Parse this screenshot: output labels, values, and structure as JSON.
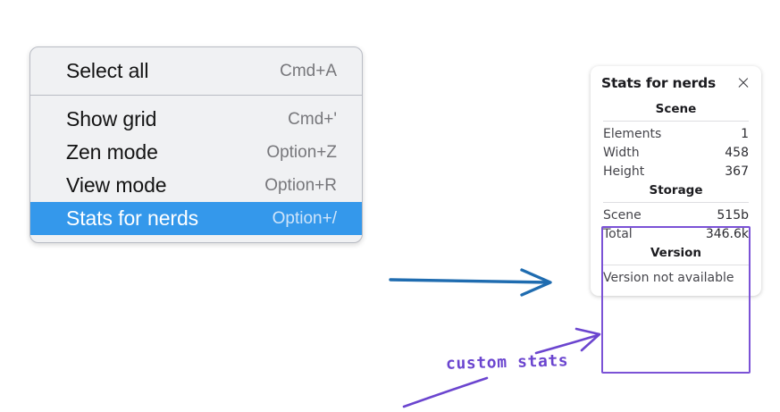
{
  "context_menu": {
    "name": "canvas-context-menu",
    "sections": [
      {
        "items": [
          {
            "label": "Select all",
            "shortcut": "Cmd+A",
            "selected": false
          }
        ]
      },
      {
        "items": [
          {
            "label": "Show grid",
            "shortcut": "Cmd+'",
            "selected": false
          },
          {
            "label": "Zen mode",
            "shortcut": "Option+Z",
            "selected": false
          },
          {
            "label": "View mode",
            "shortcut": "Option+R",
            "selected": false
          },
          {
            "label": "Stats for nerds",
            "shortcut": "Option+/",
            "selected": true
          }
        ]
      }
    ]
  },
  "stats_panel": {
    "title": "Stats for nerds",
    "close_icon": "close-icon",
    "sections": [
      {
        "heading": "Scene",
        "rows": [
          {
            "key": "Elements",
            "value": "1"
          },
          {
            "key": "Width",
            "value": "458"
          },
          {
            "key": "Height",
            "value": "367"
          }
        ]
      },
      {
        "heading": "Storage",
        "rows": [
          {
            "key": "Scene",
            "value": "515b"
          },
          {
            "key": "Total",
            "value": "346.6k"
          }
        ]
      },
      {
        "heading": "Version",
        "footnote": "Version not available"
      }
    ]
  },
  "annotations": {
    "custom_stats_label": "custom stats",
    "arrow_color_blue": "#1f6cb0",
    "arrow_color_purple": "#6b45cf",
    "highlight_color": "#7b52d6"
  },
  "colors": {
    "menu_background": "#f0f1f3",
    "menu_border": "#b9bcc4",
    "selection_blue": "#3498eb",
    "panel_background": "#ffffff",
    "page_background": "#ffffff"
  }
}
